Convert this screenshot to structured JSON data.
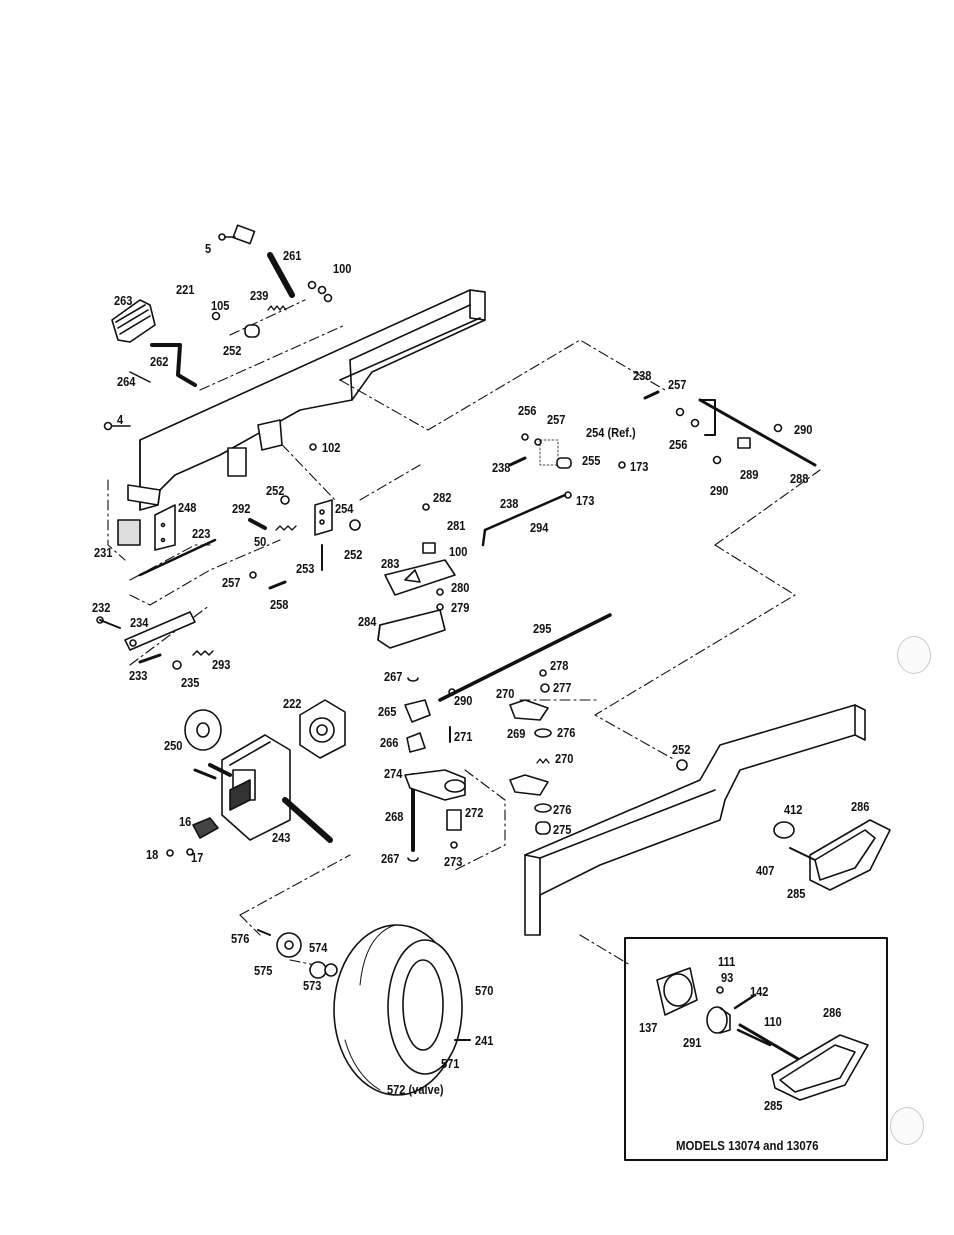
{
  "labels": {
    "p5": "5",
    "p261": "261",
    "p100a": "100",
    "p221": "221",
    "p105": "105",
    "p239": "239",
    "p263": "263",
    "p252a": "252",
    "p262": "262",
    "p264": "264",
    "p4": "4",
    "p102": "102",
    "p248": "248",
    "p231": "231",
    "p223": "223",
    "p292": "292",
    "p50": "50",
    "p252b": "252",
    "p254": "254",
    "p252c": "252",
    "p253": "253",
    "p257a": "257",
    "p258": "258",
    "p232": "232",
    "p234": "234",
    "p233": "233",
    "p235": "235",
    "p293": "293",
    "p238a": "238",
    "p257b": "257",
    "p256a": "256",
    "p290a": "290",
    "p289": "289",
    "p288": "288",
    "p290b": "290",
    "p256b": "256",
    "p257c": "257",
    "p254ref": "254 (Ref.)",
    "p255": "255",
    "p173a": "173",
    "p238b": "238",
    "p282": "282",
    "p238c": "238",
    "p173b": "173",
    "p294": "294",
    "p281": "281",
    "p100b": "100",
    "p283": "283",
    "p280": "280",
    "p279": "279",
    "p284": "284",
    "p295": "295",
    "p267a": "267",
    "p278": "278",
    "p277": "277",
    "p270a": "270",
    "p265": "265",
    "p290c": "290",
    "p266": "266",
    "p271": "271",
    "p269": "269",
    "p276a": "276",
    "p274": "274",
    "p270b": "270",
    "p268": "268",
    "p272": "272",
    "p276b": "276",
    "p275": "275",
    "p267b": "267",
    "p273": "273",
    "p222": "222",
    "p250": "250",
    "p16": "16",
    "p243": "243",
    "p18": "18",
    "p17": "17",
    "p252d": "252",
    "p412": "412",
    "p286a": "286",
    "p407": "407",
    "p285a": "285",
    "p576": "576",
    "p574": "574",
    "p575": "575",
    "p573": "573",
    "p570": "570",
    "p241": "241",
    "p571": "571",
    "p572": "572 (valve)",
    "p111": "111",
    "p93": "93",
    "p142": "142",
    "p137": "137",
    "p110": "110",
    "p286b": "286",
    "p291": "291",
    "p285b": "285"
  },
  "inset": {
    "caption": "MODELS 13074 and 13076"
  }
}
